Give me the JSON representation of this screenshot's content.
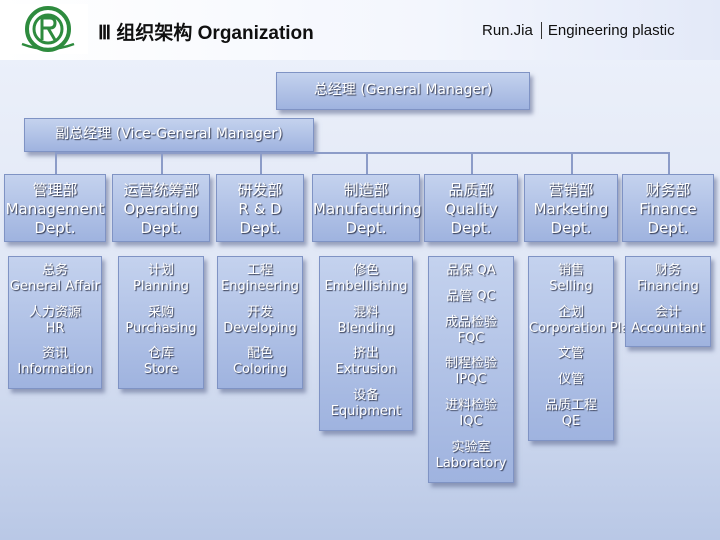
{
  "header": {
    "title": "Ⅲ 组织架构 Organization",
    "brand_left": "Run.Jia",
    "brand_right": "Engineering plastic"
  },
  "general_manager": "总经理 (General Manager)",
  "vice_general_manager": "副总经理 (Vice-General Manager)",
  "departments": [
    {
      "cn": "管理部",
      "en": "Management",
      "dept": "Dept.",
      "subs": [
        {
          "cn": "总务",
          "en": "General Affair"
        },
        {
          "cn": "人力资源",
          "en": "HR"
        },
        {
          "cn": "资讯",
          "en": "Information"
        }
      ]
    },
    {
      "cn": "运营统筹部",
      "en": "Operating",
      "dept": "Dept.",
      "subs": [
        {
          "cn": "计划",
          "en": "Planning"
        },
        {
          "cn": "采购",
          "en": "Purchasing"
        },
        {
          "cn": "仓库",
          "en": "Store"
        }
      ]
    },
    {
      "cn": "研发部",
      "en": "R & D",
      "dept": "Dept.",
      "subs": [
        {
          "cn": "工程",
          "en": "Engineering"
        },
        {
          "cn": "开发",
          "en": "Developing"
        },
        {
          "cn": "配色",
          "en": "Coloring"
        }
      ]
    },
    {
      "cn": "制造部",
      "en": "Manufacturing",
      "dept": "Dept.",
      "subs": [
        {
          "cn": "修色",
          "en": "Embellishing"
        },
        {
          "cn": "混料",
          "en": "Blending"
        },
        {
          "cn": "挤出",
          "en": "Extrusion"
        },
        {
          "cn": "设备",
          "en": "Equipment"
        }
      ]
    },
    {
      "cn": "品质部",
      "en": "Quality",
      "dept": "Dept.",
      "subs": [
        {
          "cn": "品保 QA",
          "en": ""
        },
        {
          "cn": "品管 QC",
          "en": ""
        },
        {
          "cn": "成品检验",
          "en": "FQC"
        },
        {
          "cn": "制程检验",
          "en": "IPQC"
        },
        {
          "cn": "进料检验",
          "en": "IQC"
        },
        {
          "cn": "实验室",
          "en": "Laboratory"
        }
      ]
    },
    {
      "cn": "营销部",
      "en": "Marketing",
      "dept": "Dept.",
      "subs": [
        {
          "cn": "销售",
          "en": "Selling"
        },
        {
          "cn": "企划",
          "en": "Corporation Planning"
        },
        {
          "cn": "文管",
          "en": ""
        },
        {
          "cn": "仪管",
          "en": ""
        },
        {
          "cn": "品质工程",
          "en": "QE"
        }
      ]
    },
    {
      "cn": "财务部",
      "en": "Finance",
      "dept": "Dept.",
      "subs": [
        {
          "cn": "财务",
          "en": "Financing"
        },
        {
          "cn": "会计",
          "en": "Accountant"
        }
      ]
    }
  ]
}
